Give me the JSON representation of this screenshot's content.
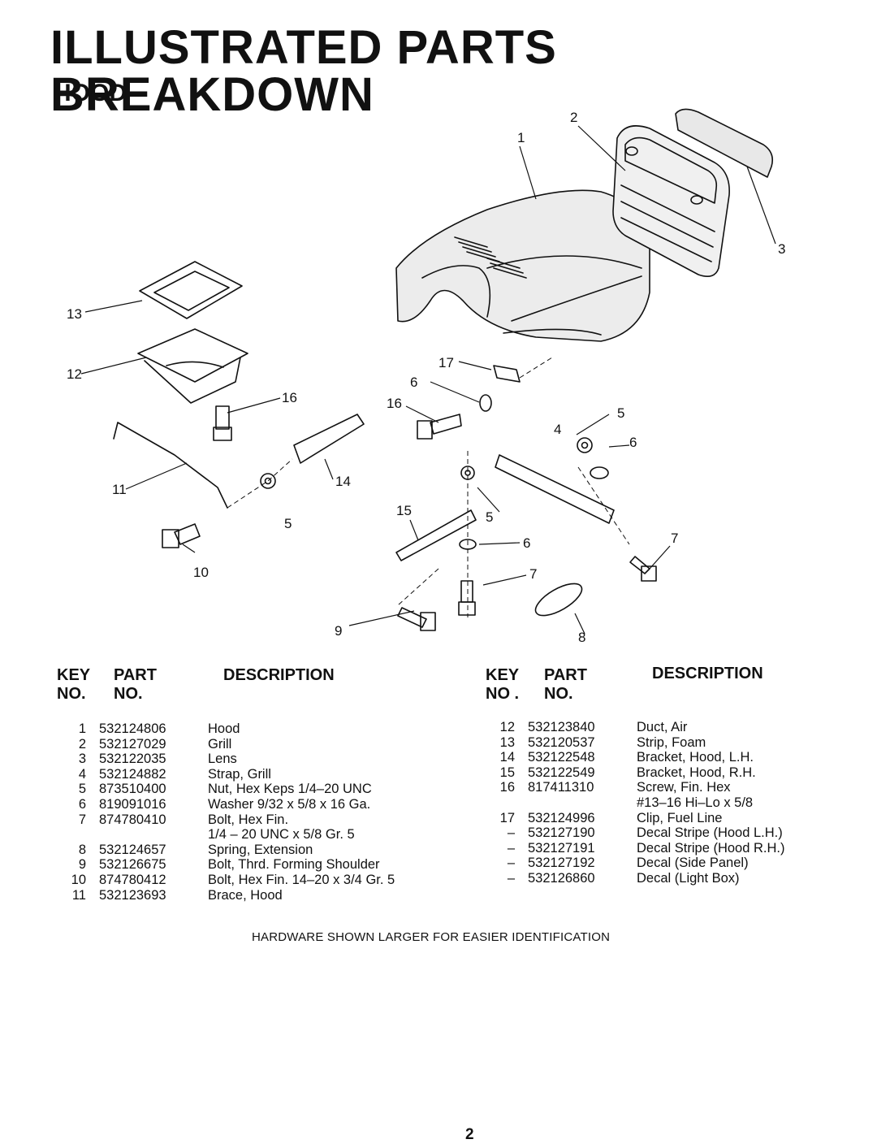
{
  "page": {
    "title": "ILLUSTRATED PARTS BREAKDOWN",
    "subtitle": "HOOD",
    "page_number": "2"
  },
  "diagram": {
    "callouts": [
      {
        "key": "1"
      },
      {
        "key": "2"
      },
      {
        "key": "3"
      },
      {
        "key": "4"
      },
      {
        "key": "5"
      },
      {
        "key": "6"
      },
      {
        "key": "7"
      },
      {
        "key": "8"
      },
      {
        "key": "9"
      },
      {
        "key": "10"
      },
      {
        "key": "11"
      },
      {
        "key": "12"
      },
      {
        "key": "13"
      },
      {
        "key": "14"
      },
      {
        "key": "15"
      },
      {
        "key": "16"
      },
      {
        "key": "17"
      }
    ]
  },
  "table": {
    "headers": {
      "key_top": "KEY",
      "key_bottom": "NO.",
      "part_top": "PART",
      "part_bottom": "NO.",
      "key_bottom_right": "NO .",
      "description": "DESCRIPTION"
    },
    "left_rows": [
      {
        "key": "1",
        "part": "532124806",
        "desc": "Hood"
      },
      {
        "key": "2",
        "part": "532127029",
        "desc": "Grill"
      },
      {
        "key": "3",
        "part": "532122035",
        "desc": "Lens"
      },
      {
        "key": "4",
        "part": "532124882",
        "desc": "Strap, Grill"
      },
      {
        "key": "5",
        "part": "873510400",
        "desc": "Nut, Hex Keps 1/4–20 UNC"
      },
      {
        "key": "6",
        "part": "819091016",
        "desc": "Washer 9/32 x 5/8 x 16 Ga."
      },
      {
        "key": "7",
        "part": "874780410",
        "desc": "Bolt, Hex Fin."
      },
      {
        "key": "",
        "part": "",
        "desc": "1/4 – 20 UNC x 5/8 Gr. 5"
      },
      {
        "key": "8",
        "part": "532124657",
        "desc": "Spring, Extension"
      },
      {
        "key": "9",
        "part": "532126675",
        "desc": "Bolt, Thrd. Forming Shoulder"
      },
      {
        "key": "10",
        "part": "874780412",
        "desc": "Bolt, Hex Fin. 14–20 x 3/4 Gr. 5"
      },
      {
        "key": "11",
        "part": "532123693",
        "desc": "Brace, Hood"
      }
    ],
    "right_rows": [
      {
        "key": "12",
        "part": "532123840",
        "desc": "Duct, Air"
      },
      {
        "key": "13",
        "part": "532120537",
        "desc": "Strip, Foam"
      },
      {
        "key": "14",
        "part": "532122548",
        "desc": "Bracket, Hood, L.H."
      },
      {
        "key": "15",
        "part": "532122549",
        "desc": "Bracket, Hood, R.H."
      },
      {
        "key": "16",
        "part": "817411310",
        "desc": "Screw, Fin. Hex"
      },
      {
        "key": "",
        "part": "",
        "desc": "#13–16 Hi–Lo x 5/8"
      },
      {
        "key": "17",
        "part": "532124996",
        "desc": "Clip, Fuel Line"
      },
      {
        "key": "–",
        "part": "532127190",
        "desc": "Decal Stripe (Hood L.H.)"
      },
      {
        "key": "–",
        "part": "532127191",
        "desc": "Decal Stripe (Hood R.H.)"
      },
      {
        "key": "–",
        "part": "532127192",
        "desc": "Decal (Side Panel)"
      },
      {
        "key": "–",
        "part": "532126860",
        "desc": "Decal (Light Box)"
      }
    ]
  },
  "footer_note": "HARDWARE SHOWN LARGER FOR EASIER IDENTIFICATION"
}
